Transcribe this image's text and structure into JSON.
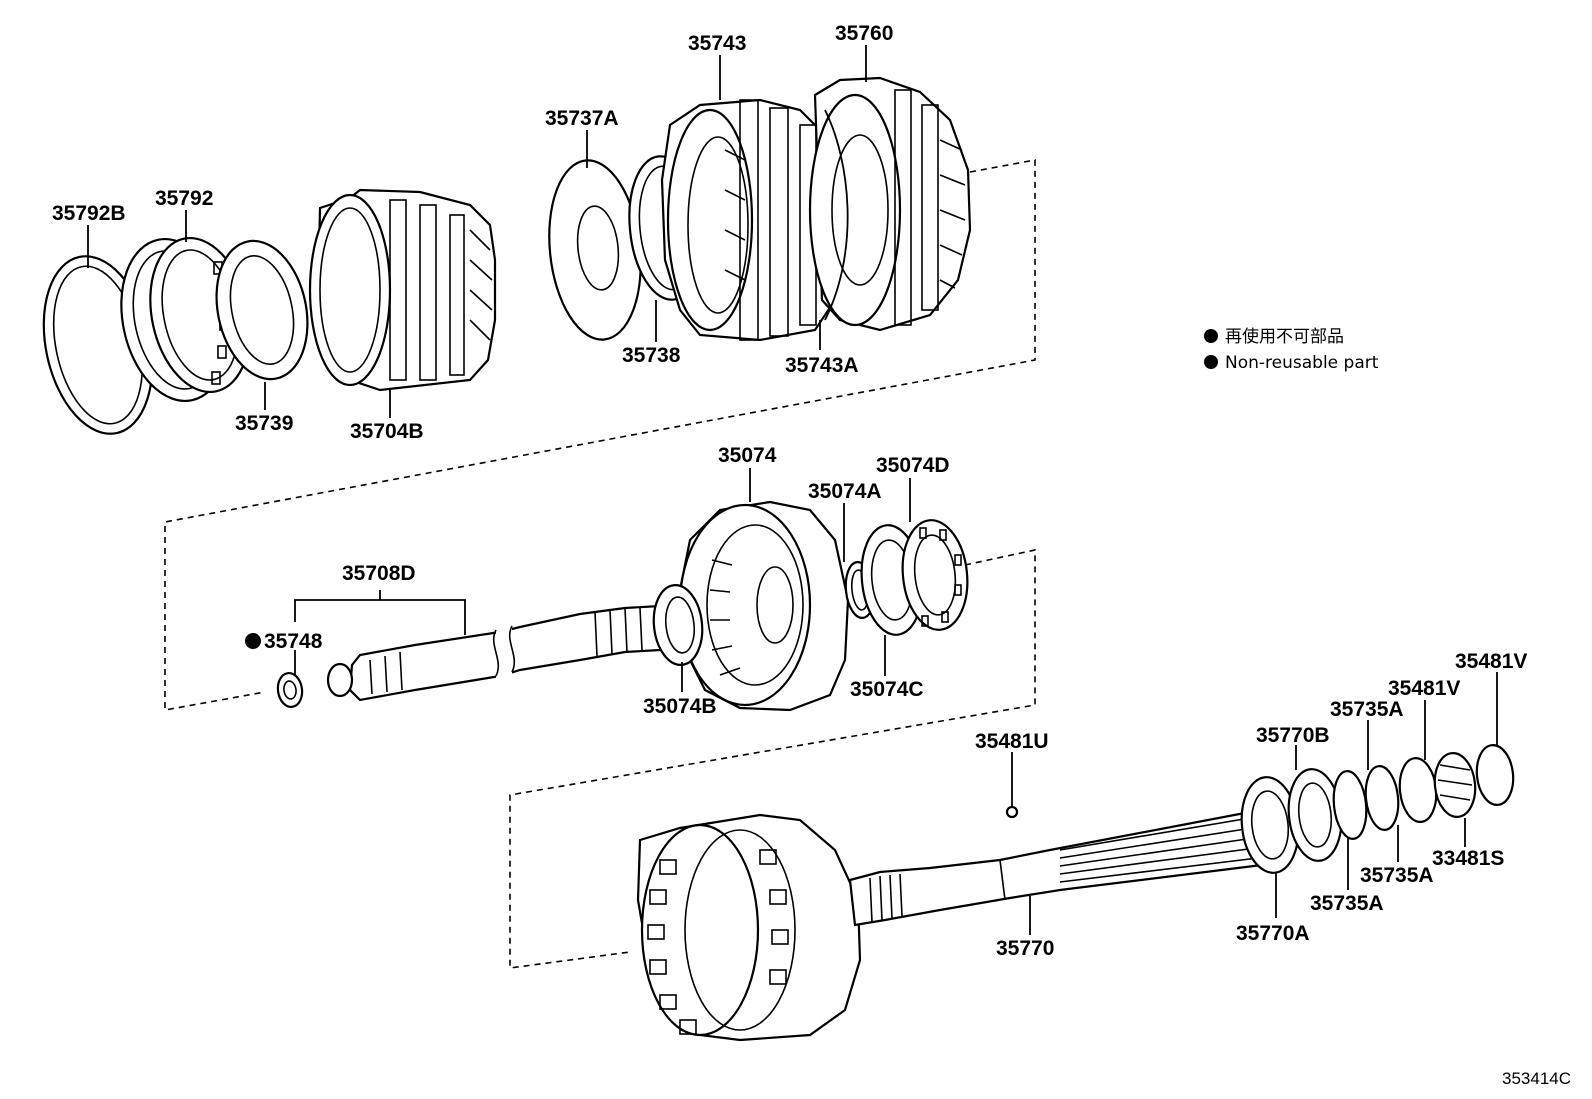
{
  "parts": {
    "p35792B": "35792B",
    "p35792": "35792",
    "p35739": "35739",
    "p35704B": "35704B",
    "p35737A": "35737A",
    "p35743": "35743",
    "p35760": "35760",
    "p35738": "35738",
    "p35743A": "35743A",
    "p35074": "35074",
    "p35074A": "35074A",
    "p35074D": "35074D",
    "p35708D": "35708D",
    "p35748": "35748",
    "p35074B": "35074B",
    "p35074C": "35074C",
    "p35481U": "35481U",
    "p35770B": "35770B",
    "p35735A_1": "35735A",
    "p35481V_1": "35481V",
    "p35481V_2": "35481V",
    "p33481S": "33481S",
    "p35735A_2": "35735A",
    "p35735A_3": "35735A",
    "p35770A": "35770A",
    "p35770": "35770"
  },
  "legend": {
    "japanese": "再使用不可部品",
    "english": "Non-reusable part"
  },
  "diagram_code": "353414C",
  "colors": {
    "ink": "#000000",
    "paper": "#ffffff"
  }
}
